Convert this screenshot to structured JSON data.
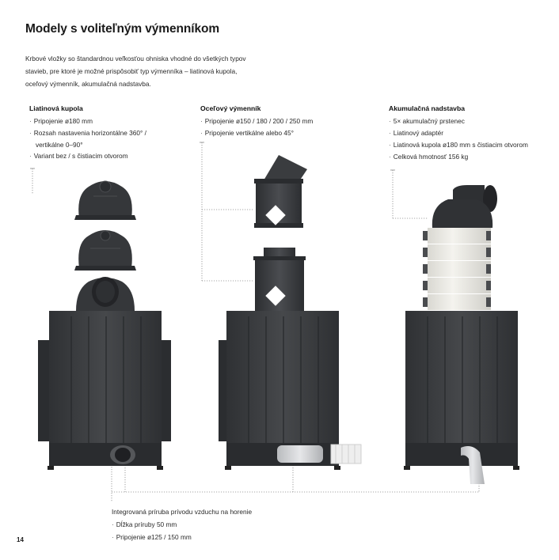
{
  "title": "Modely s voliteľným výmenníkom",
  "intro": [
    "Krbové vložky so štandardnou veľkosťou ohniska vhodné do všetkých typov",
    "stavieb, pre ktoré je možné prispôsobiť typ výmenníka – liatinová kupola,",
    "oceľový výmenník, akumulačná nadstavba."
  ],
  "columns": [
    {
      "heading": "Liatinová kupola",
      "items": [
        "Pripojenie ø180 mm",
        "Rozsah nastavenia horizontálne 360° /",
        "Variant bez / s čistiacim otvorom"
      ],
      "item2_cont": "vertikálne 0–90°"
    },
    {
      "heading": "Oceľový výmenník",
      "items": [
        "Pripojenie ø150 / 180 / 200 / 250 mm",
        "Pripojenie vertikálne alebo 45°"
      ]
    },
    {
      "heading": "Akumulačná nadstavba",
      "items": [
        "5× akumulačný prstenec",
        "Liatinový adaptér",
        "Liatinová kupola ø180 mm s čistiacim otvorom",
        "Celková hmotnosť 156 kg"
      ]
    }
  ],
  "bottom": {
    "heading": "Integrovaná príruba prívodu vzduchu na horenie",
    "items": [
      "Dĺžka príruby 50 mm",
      "Pripojenie ø125 / 150 mm"
    ]
  },
  "page_number": "14",
  "colors": {
    "body": "#3d3f42",
    "dark": "#2b2d30",
    "leader": "#8a8a8a",
    "insulation": "#e9e8e2"
  }
}
